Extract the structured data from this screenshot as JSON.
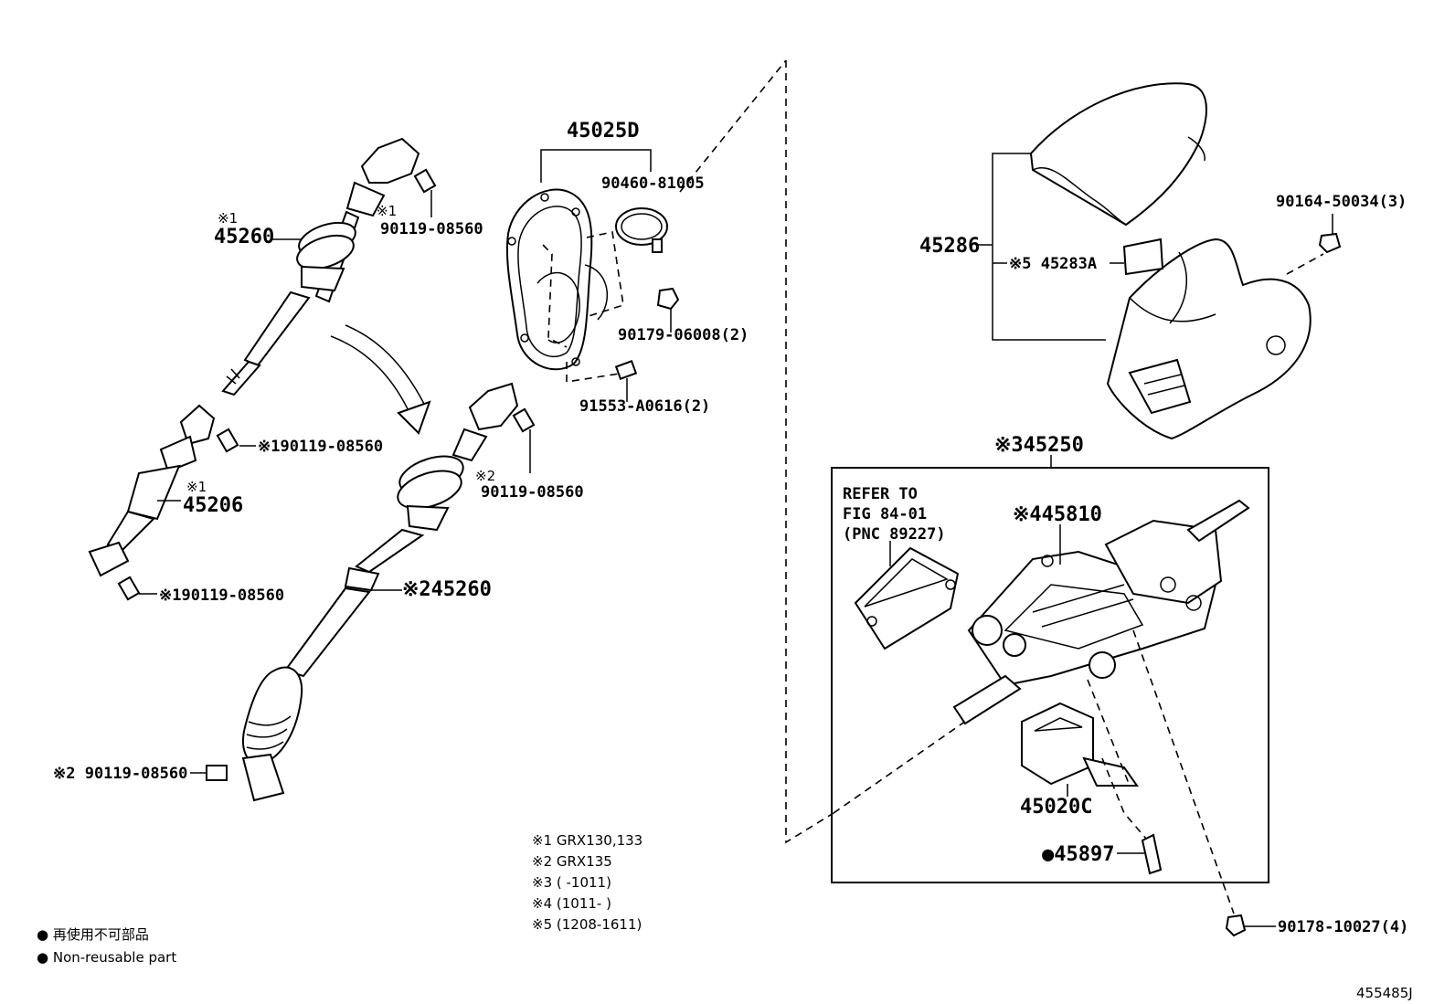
{
  "labels": {
    "p45260_top": "45260",
    "p45260_top_mark": "※1",
    "p90119_a": "90119-08560",
    "p90119_a_mark": "※1",
    "p45206": "45206",
    "p45206_mark": "※1",
    "p90119_b": "※190119-08560",
    "p90119_c": "※190119-08560",
    "p45025d": "45025D",
    "p90460": "90460-81005",
    "p90179": "90179-06008(2)",
    "p91553": "91553-A0616(2)",
    "p90119_d": "90119-08560",
    "p90119_d_mark": "※2",
    "p45260_low": "※245260",
    "p90119_e": "※2 90119-08560",
    "p45286": "45286",
    "p45283a": "※5 45283A",
    "p90164": "90164-50034(3)",
    "p45250": "※345250",
    "refer_1": "REFER TO",
    "refer_2": "FIG 84-01",
    "refer_3": "(PNC 89227)",
    "p45810": "※445810",
    "p45020c": "45020C",
    "p45897": "●45897",
    "p90178": "90178-10027(4)"
  },
  "notes": [
    "※1 GRX130,133",
    "※2 GRX135",
    "※3 (      -1011)",
    "※4 (1011-      )",
    "※5 (1208-1611)"
  ],
  "legend": {
    "jp": "● 再使用不可部品",
    "en": "● Non-reusable part"
  },
  "figure_id": "455485J"
}
